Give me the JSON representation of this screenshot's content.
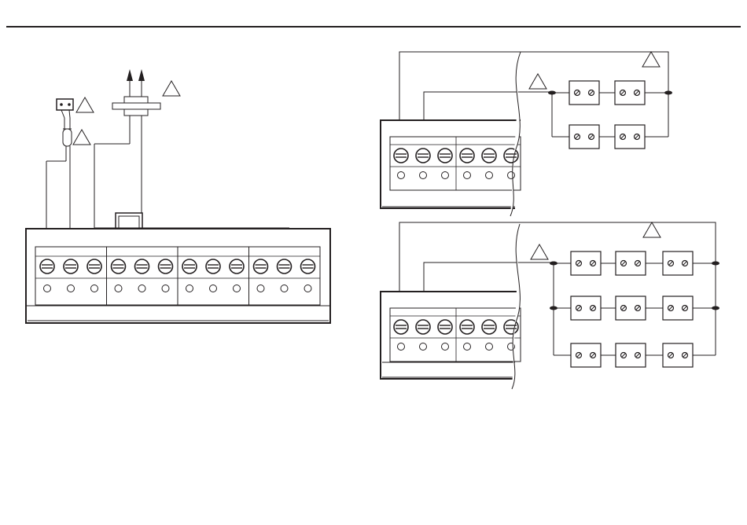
{
  "page": {
    "background": "#ffffff",
    "line_color": "#231f20",
    "top_rule": true
  },
  "left_unit": {
    "terminal_groups": 4,
    "screws_per_group": 3,
    "warning_symbols": 3,
    "output_arrows": 2
  },
  "wiring_examples": [
    {
      "name_hidden": "",
      "terminal_groups_visible": 2,
      "screws_per_group": 3,
      "parallel_branches": 2,
      "modules_per_branch": 2,
      "warning_symbols": 2
    },
    {
      "name_hidden": "",
      "terminal_groups_visible": 2,
      "screws_per_group": 3,
      "parallel_branches": 3,
      "modules_per_branch": 3,
      "warning_symbols": 2
    }
  ],
  "icons": {
    "warning": "warning-triangle-icon",
    "screw": "screw-terminal-icon",
    "arrow": "arrow-up-icon"
  }
}
